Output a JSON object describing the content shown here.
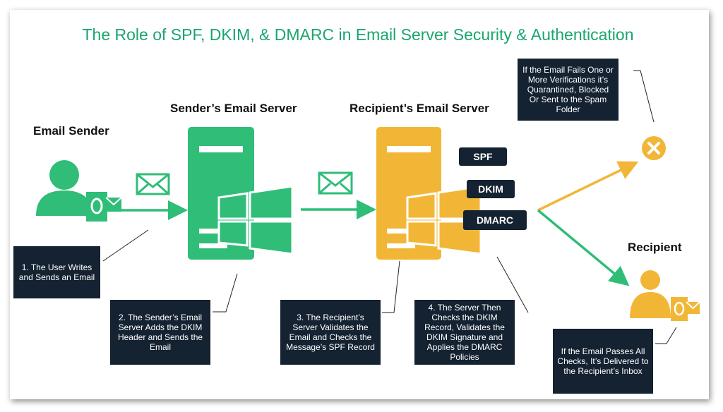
{
  "title": "The Role of SPF, DKIM, & DMARC in Email Server Security & Authentication",
  "labels": {
    "sender": "Email Sender",
    "sender_server": "Sender’s Email Server",
    "recipient_server": "Recipient’s Email Server",
    "recipient": "Recipient"
  },
  "tags": {
    "spf": "SPF",
    "dkim": "DKIM",
    "dmarc": "DMARC"
  },
  "steps": {
    "step1": "1. The User Writes and Sends an Email",
    "step2": "2. The Sender’s Email Server Adds the DKIM Header and Sends the Email",
    "step3": "3. The Recipient’s Server Validates the Email and Checks the Message’s SPF Record",
    "step4": "4. The Server Then Checks the DKIM Record, Validates the DKIM Signature and Applies the DMARC Policies",
    "fail": "If the Email Fails One or More Verifications it’s Quarantined, Blocked Or Sent to the Spam Folder",
    "pass": "If the Email Passes All Checks, It’s Delivered to the Recipient’s Inbox"
  },
  "colors": {
    "green": "#2fbd78",
    "yellow": "#f2b637",
    "dark": "#142231",
    "title": "#1aa56f"
  }
}
